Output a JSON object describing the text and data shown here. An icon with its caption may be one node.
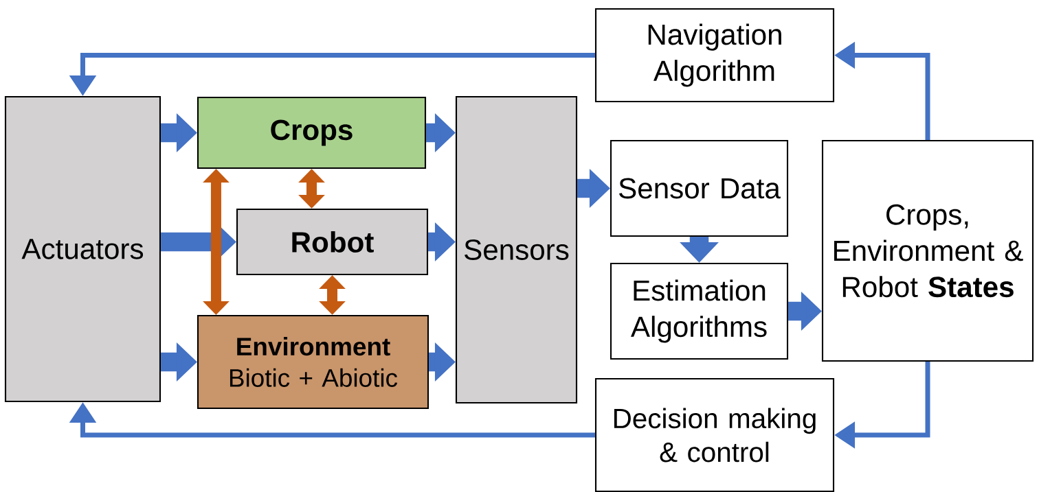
{
  "diagram": {
    "nodes": [
      {
        "text": [
          "Actuators"
        ]
      },
      {
        "text": [
          "Crops"
        ]
      },
      {
        "text": [
          "Robot"
        ]
      },
      {
        "text": [
          "Environment",
          "Biotic + Abiotic"
        ]
      },
      {
        "text": [
          "Sensors"
        ]
      },
      {
        "text": [
          "Navigation Algorithm"
        ]
      },
      {
        "text": [
          "Sensor Data"
        ]
      },
      {
        "text": [
          "Estimation Algorithms"
        ]
      },
      {
        "text": [
          "Crops, Environment & Robot **States**"
        ]
      },
      {
        "text": [
          "Decision making & control"
        ]
      }
    ],
    "edges": [
      {
        "from": 0,
        "to": 1,
        "arrow": "to"
      },
      {
        "from": 0,
        "to": 2,
        "arrow": "to"
      },
      {
        "from": 0,
        "to": 3,
        "arrow": "to"
      },
      {
        "from": 1,
        "to": 2,
        "arrow": "both",
        "color": "#c55a11"
      },
      {
        "from": 2,
        "to": 3,
        "arrow": "both",
        "color": "#c55a11"
      },
      {
        "from": 1,
        "to": 3,
        "arrow": "both",
        "color": "#c55a11"
      },
      {
        "from": 1,
        "to": 4,
        "arrow": "to"
      },
      {
        "from": 2,
        "to": 4,
        "arrow": "to"
      },
      {
        "from": 3,
        "to": 4,
        "arrow": "to"
      },
      {
        "from": 4,
        "to": 6,
        "arrow": "to"
      },
      {
        "from": 6,
        "to": 7,
        "arrow": "to"
      },
      {
        "from": 7,
        "to": 8,
        "arrow": "to"
      },
      {
        "from": 8,
        "to": 5,
        "arrow": "to"
      },
      {
        "from": 5,
        "to": 0,
        "arrow": "to"
      },
      {
        "from": 8,
        "to": 9,
        "arrow": "to"
      },
      {
        "from": 9,
        "to": 0,
        "arrow": "to"
      }
    ]
  }
}
